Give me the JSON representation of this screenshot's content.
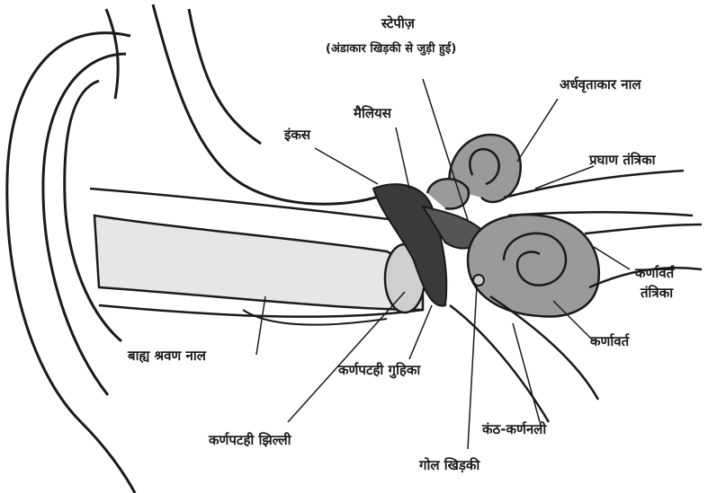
{
  "labels": {
    "stapes": "स्टेपीज़",
    "stapes_note": "(अंडाकार खिड़की से जुड़ी हुई)",
    "semicircular_canal": "अर्धवृताकार नाल",
    "malleus": "मैलियस",
    "incus": "इंकस",
    "vestibular_nerve": "प्रघाण तंत्रिका",
    "cochlear_nerve_line1": "कर्णावर्त",
    "cochlear_nerve_line2": "तंत्रिका",
    "cochlea": "कर्णावर्त",
    "ear_canal": "बाह्य श्रवण नाल",
    "middle_ear_cavity": "कर्णपटही गुहिका",
    "eardrum": "कर्णपटही झिल्ली",
    "eustachian_tube": "कंठ-कर्णनली",
    "round_window": "गोल खिड़की"
  },
  "colors": {
    "ink": "#1a1a1a",
    "canal_fill": "#e6e6e6",
    "cochlea_fill": "#9a9a9a",
    "ossicle_fill": "#3a3a3a"
  }
}
